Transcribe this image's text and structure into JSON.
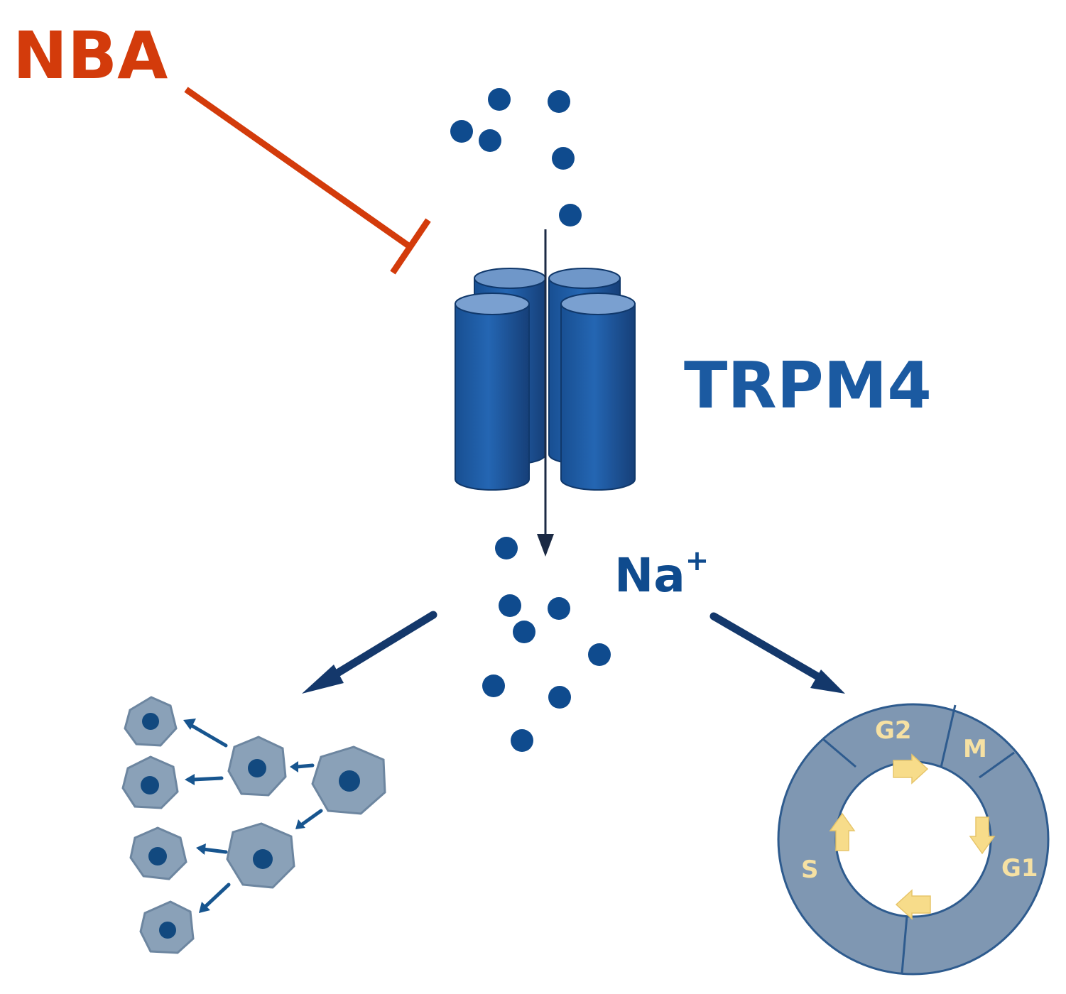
{
  "labels": {
    "inhibitor": "NBA",
    "channel": "TRPM4",
    "ion": "Na",
    "ion_charge": "+"
  },
  "cell_cycle": {
    "phases": [
      "G2",
      "M",
      "G1",
      "S"
    ]
  },
  "colors": {
    "inhibitor": "#d33b0b",
    "channel": "#1b5aa1",
    "ion": "#0f4b8e",
    "arrow": "#14386b",
    "cell": "#8aa1b8",
    "cell_cycle_ring": "#7f97b2",
    "cell_cycle_arrows": "#f7dc8a"
  }
}
